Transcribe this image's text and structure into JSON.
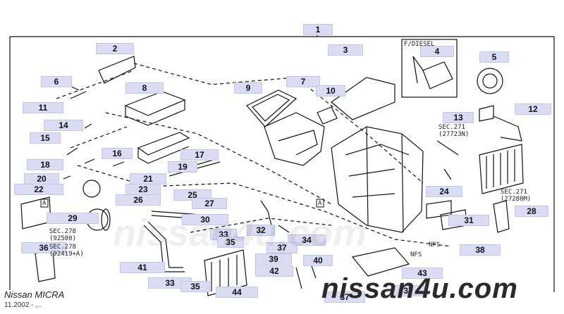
{
  "diagram": {
    "callouts": [
      {
        "id": "c1",
        "label": "1"
      },
      {
        "id": "c2",
        "label": "2"
      },
      {
        "id": "c3",
        "label": "3"
      },
      {
        "id": "c4",
        "label": "4"
      },
      {
        "id": "c5",
        "label": "5"
      },
      {
        "id": "c6",
        "label": "6"
      },
      {
        "id": "c7",
        "label": "7"
      },
      {
        "id": "c8",
        "label": "8"
      },
      {
        "id": "c9",
        "label": "9"
      },
      {
        "id": "c10",
        "label": "10"
      },
      {
        "id": "c11",
        "label": "11"
      },
      {
        "id": "c12",
        "label": "12"
      },
      {
        "id": "c13",
        "label": "13"
      },
      {
        "id": "c14",
        "label": "14"
      },
      {
        "id": "c15",
        "label": "15"
      },
      {
        "id": "c16",
        "label": "16"
      },
      {
        "id": "c17",
        "label": "17"
      },
      {
        "id": "c18",
        "label": "18"
      },
      {
        "id": "c19",
        "label": "19"
      },
      {
        "id": "c20",
        "label": "20"
      },
      {
        "id": "c21",
        "label": "21"
      },
      {
        "id": "c22",
        "label": "22"
      },
      {
        "id": "c23",
        "label": "23"
      },
      {
        "id": "c24",
        "label": "24"
      },
      {
        "id": "c25",
        "label": "25"
      },
      {
        "id": "c26",
        "label": "26"
      },
      {
        "id": "c27",
        "label": "27"
      },
      {
        "id": "c28",
        "label": "28"
      },
      {
        "id": "c29",
        "label": "29"
      },
      {
        "id": "c30",
        "label": "30"
      },
      {
        "id": "c31",
        "label": "31"
      },
      {
        "id": "c32",
        "label": "32"
      },
      {
        "id": "c33a",
        "label": "33"
      },
      {
        "id": "c33b",
        "label": "33"
      },
      {
        "id": "c34",
        "label": "34"
      },
      {
        "id": "c35a",
        "label": "35"
      },
      {
        "id": "c35b",
        "label": "35"
      },
      {
        "id": "c36",
        "label": "36"
      },
      {
        "id": "c37a",
        "label": "37"
      },
      {
        "id": "c37b",
        "label": "37"
      },
      {
        "id": "c37c",
        "label": "37"
      },
      {
        "id": "c38",
        "label": "38"
      },
      {
        "id": "c39",
        "label": "39"
      },
      {
        "id": "c40",
        "label": "40"
      },
      {
        "id": "c41",
        "label": "41"
      },
      {
        "id": "c42",
        "label": "42"
      },
      {
        "id": "c43",
        "label": "43"
      },
      {
        "id": "c44",
        "label": "44"
      }
    ],
    "notes": {
      "fdiesel": "F/DIESEL",
      "sec271_top": "SEC.271\n(27723N)",
      "sec271_bottom": "SEC.271\n(27280M)",
      "sec278_a": "SEC.278\n(92580)",
      "sec278_b": "SEC.278\n(92419+A)",
      "nfs_a": "NFS",
      "nfs_b": "NFS",
      "arrow_a_left": "A",
      "arrow_a_center": "A"
    }
  },
  "footer": {
    "model": "Nissan MICRA",
    "date": "11.2002 - ...",
    "watermark": "nissan4u.com"
  }
}
